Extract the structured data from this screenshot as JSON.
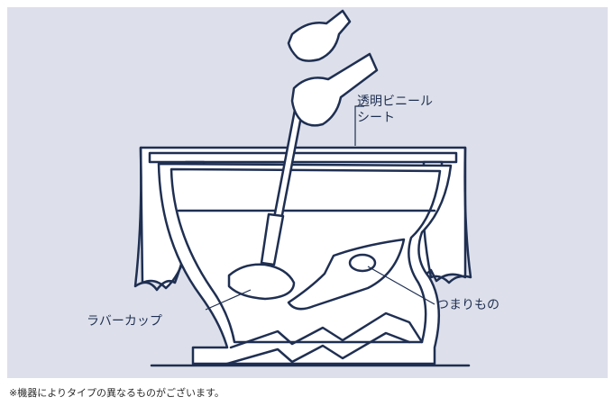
{
  "callouts": {
    "sheet": [
      "透明ビニール",
      "シート"
    ],
    "blockage": "つまりもの",
    "plunger": "ラバーカップ"
  },
  "footnote": "※機器によりタイプの異なるものがございます。",
  "colors": {
    "background": "#dde0ea",
    "line": "#1f2f52",
    "fill": "#ffffff"
  }
}
